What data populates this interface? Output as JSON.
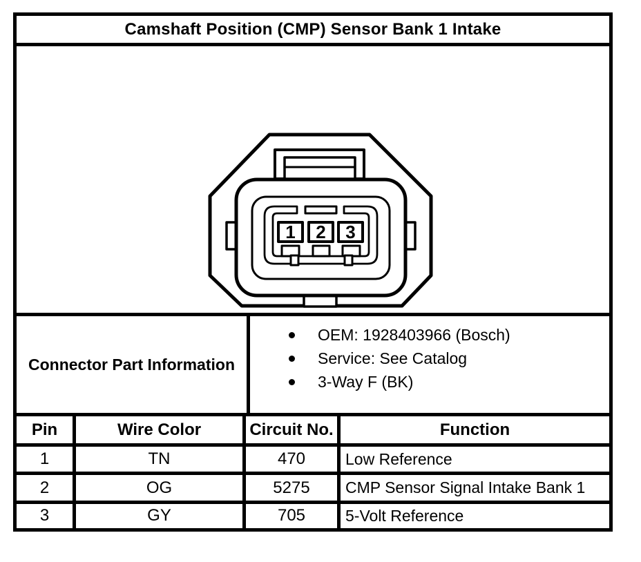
{
  "title": "Camshaft Position (CMP) Sensor Bank 1 Intake",
  "connector": {
    "description": "3-pin connector face view",
    "pin_labels": [
      "1",
      "2",
      "3"
    ]
  },
  "part_info": {
    "label": "Connector Part Information",
    "bullets": [
      "OEM: 1928403966 (Bosch)",
      "Service: See Catalog",
      "3-Way F (BK)"
    ]
  },
  "pin_table": {
    "headers": [
      "Pin",
      "Wire Color",
      "Circuit No.",
      "Function"
    ],
    "rows": [
      [
        "1",
        "TN",
        "470",
        "Low Reference"
      ],
      [
        "2",
        "OG",
        "5275",
        "CMP Sensor Signal Intake Bank 1"
      ],
      [
        "3",
        "GY",
        "705",
        "5-Volt Reference"
      ]
    ]
  },
  "colors": {
    "ink": "#000000",
    "paper": "#ffffff"
  }
}
